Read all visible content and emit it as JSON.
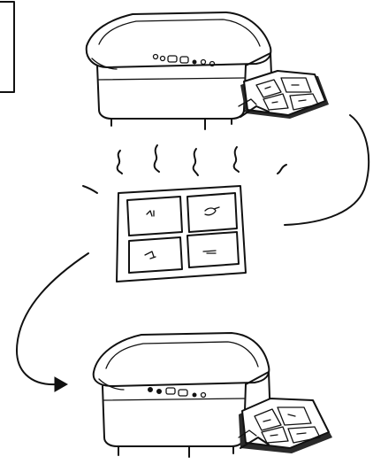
{
  "figure": {
    "elements": [
      "printer-top",
      "printout-top",
      "heat-lines",
      "photo-sheet-middle",
      "flow-arrow-right",
      "flow-arrow-left",
      "printer-bottom",
      "printout-bottom"
    ]
  },
  "colors": {
    "ink": "#111111",
    "background": "#ffffff"
  }
}
